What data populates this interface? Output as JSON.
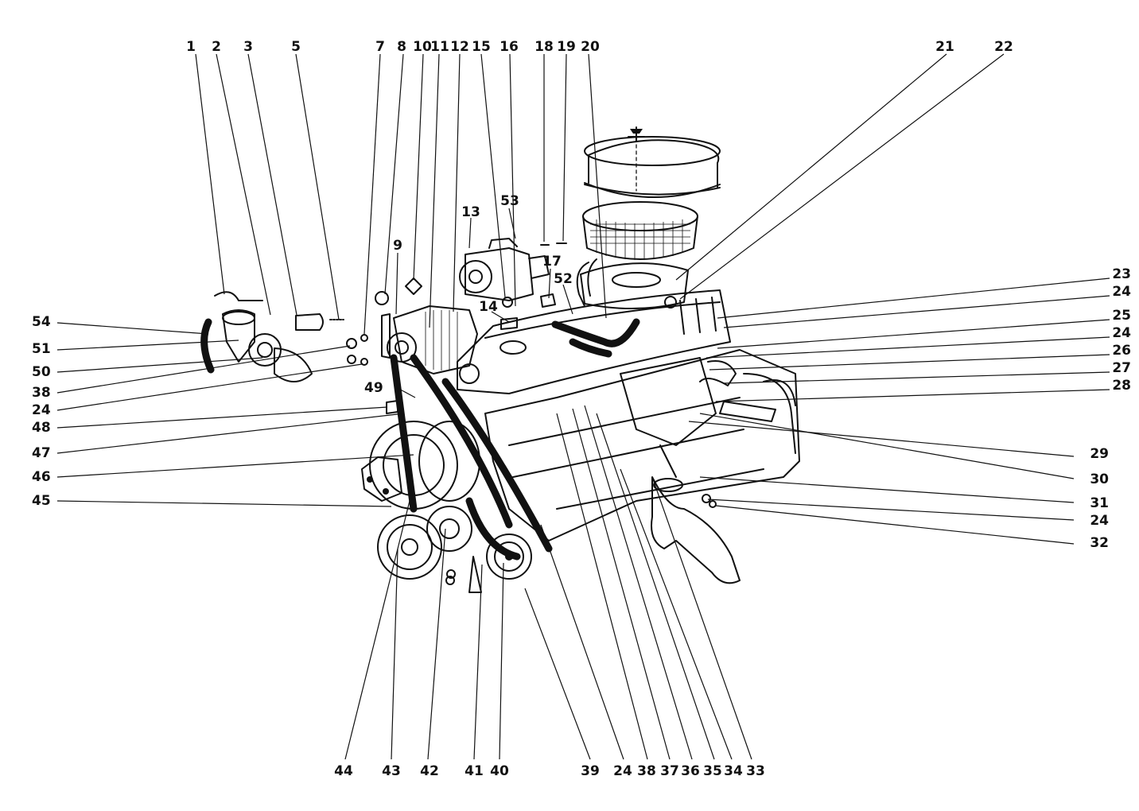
{
  "callouts": [
    "1",
    "2",
    "3",
    "5",
    "7",
    "8",
    "10",
    "11",
    "12",
    "15",
    "16",
    "18",
    "19",
    "20",
    "21",
    "22",
    "53",
    "13",
    "9",
    "17",
    "52",
    "14",
    "23",
    "24",
    "25",
    "24",
    "26",
    "27",
    "28",
    "29",
    "30",
    "31",
    "24",
    "32",
    "54",
    "51",
    "50",
    "38",
    "24",
    "48",
    "49",
    "47",
    "46",
    "45",
    "44",
    "43",
    "42",
    "41",
    "40",
    "39",
    "24",
    "38",
    "37",
    "36",
    "35",
    "34",
    "33"
  ]
}
